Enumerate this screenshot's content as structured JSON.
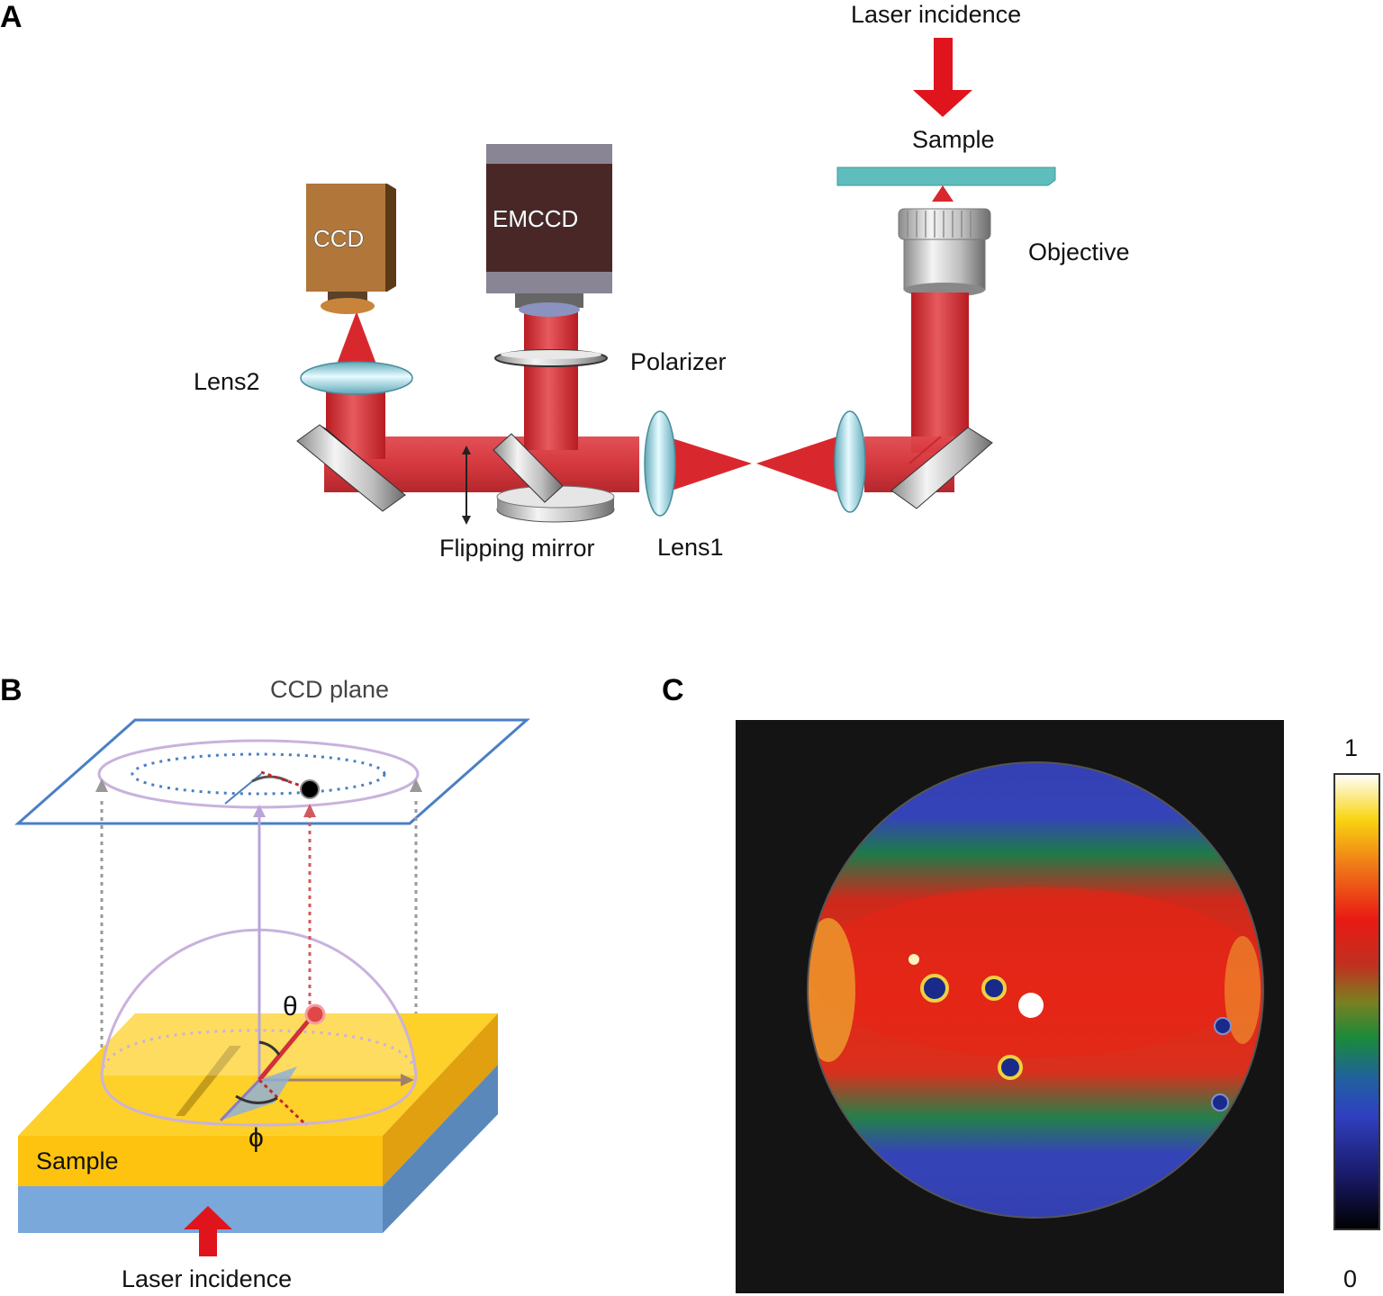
{
  "panels": {
    "a": "A",
    "b": "B",
    "c": "C"
  },
  "panel_a": {
    "laser_incidence": "Laser incidence",
    "sample": "Sample",
    "objective": "Objective",
    "ccd": "CCD",
    "emccd": "EMCCD",
    "polarizer": "Polarizer",
    "lens2": "Lens2",
    "lens1": "Lens1",
    "flipping_mirror": "Flipping mirror"
  },
  "panel_b": {
    "ccd_plane": "CCD plane",
    "theta": "θ",
    "phi": "ϕ",
    "sample": "Sample",
    "laser_incidence": "Laser incidence"
  },
  "panel_c": {
    "colorbar_max": "1",
    "colorbar_min": "0"
  },
  "colors": {
    "beam": "#d8282e",
    "laser_arrow": "#e0141c",
    "sample_plate": "#5fbdbd",
    "ccd_body": "#b0763a",
    "emccd_body": "#4a2727",
    "gold_film": "#f9c21a",
    "substrate": "#78a8dc",
    "ccd_plane_edge": "#4a7fc4",
    "hemisphere": "#c9b2de"
  }
}
